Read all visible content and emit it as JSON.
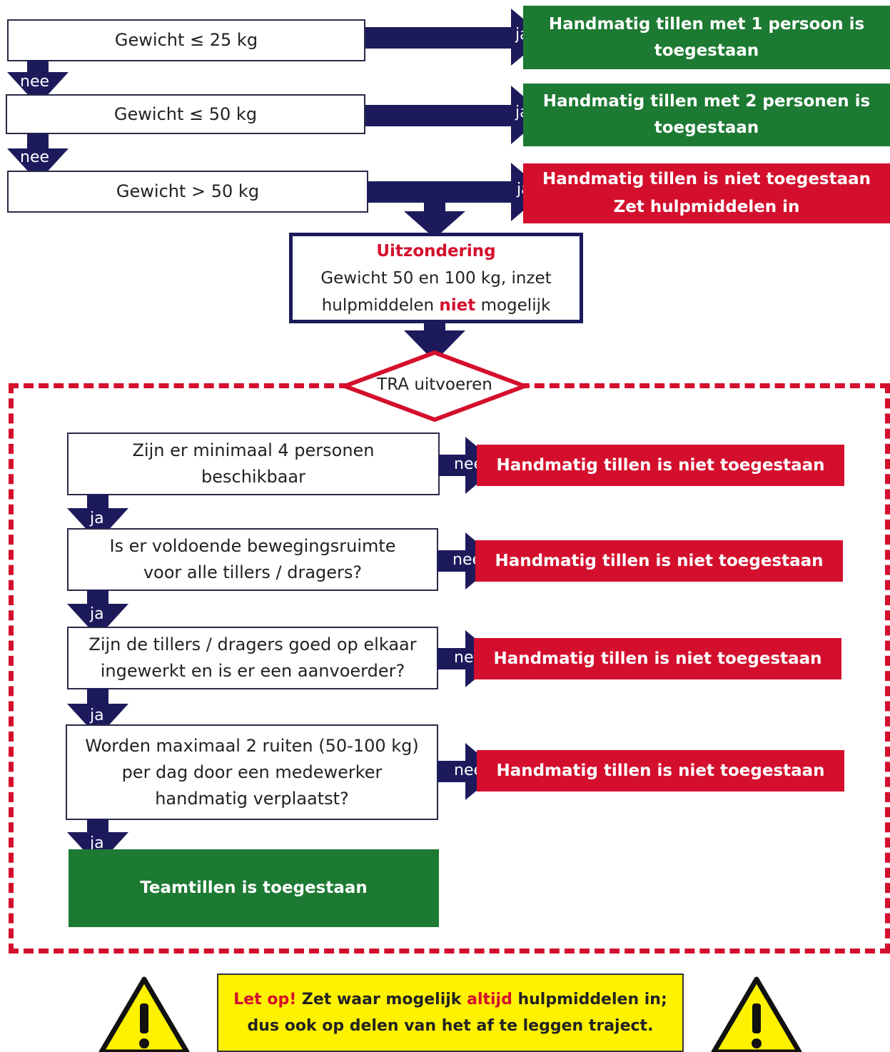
{
  "weight_checks": [
    {
      "question": "Gewicht ≤ 25 kg",
      "no_label": "nee",
      "yes_label": "ja",
      "outcome_line1": "Handmatig tillen met 1 persoon is",
      "outcome_line2": "toegestaan"
    },
    {
      "question": "Gewicht ≤ 50 kg",
      "no_label": "nee",
      "yes_label": "ja",
      "outcome_line1": "Handmatig tillen met 2 personen is",
      "outcome_line2": "toegestaan"
    },
    {
      "question": "Gewicht > 50 kg",
      "yes_label": "ja",
      "outcome_line1": "Handmatig tillen is niet toegestaan",
      "outcome_line2": "Zet hulpmiddelen in"
    }
  ],
  "exception": {
    "title": "Uitzondering",
    "line1": "Gewicht 50 en 100 kg, inzet",
    "line2_before": "hulpmiddelen ",
    "line2_bold": "niet",
    "line2_after": " mogelijk"
  },
  "tra": {
    "label": "TRA uitvoeren"
  },
  "team_questions": [
    {
      "line1": "Zijn er minimaal 4 personen",
      "line2": "beschikbaar",
      "no_label": "nee",
      "yes_label": "ja",
      "outcome_before": "Handmatig tillen is ",
      "outcome_bold": "niet",
      "outcome_after": " toegestaan"
    },
    {
      "line1": "Is er voldoende bewegingsruimte",
      "line2": "voor alle tillers / dragers?",
      "no_label": "nee",
      "yes_label": "ja",
      "outcome_before": "Handmatig tillen is ",
      "outcome_bold": "niet",
      "outcome_after": " toegestaan"
    },
    {
      "line1": "Zijn de tillers / dragers goed op elkaar",
      "line2": "ingewerkt en is er een aanvoerder?",
      "no_label": "nee",
      "yes_label": "ja",
      "outcome_before": "Handmatig tillen is ",
      "outcome_bold": "niet",
      "outcome_after": " toegestaan"
    },
    {
      "line1": "Worden maximaal 2 ruiten (50-100 kg)",
      "line2": "per dag door een medewerker",
      "line3": "handmatig verplaatst?",
      "no_label": "nee",
      "yes_label": "ja",
      "outcome_before": "Handmatig tillen is ",
      "outcome_bold": "niet",
      "outcome_after": " toegestaan"
    }
  ],
  "final_outcome": "Teamtillen is toegestaan",
  "note": {
    "prefix": "Let op!",
    "text1": " Zet waar mogelijk ",
    "emph": "altijd",
    "text2": " hulpmiddelen in;",
    "line2": "dus ook op delen van het af te leggen traject."
  },
  "colors": {
    "navy": "#1d1a5c",
    "green": "#1c7a32",
    "red": "#d40f2d",
    "yellow": "#fff200"
  },
  "icons": [
    "warning-icon",
    "warning-icon"
  ]
}
